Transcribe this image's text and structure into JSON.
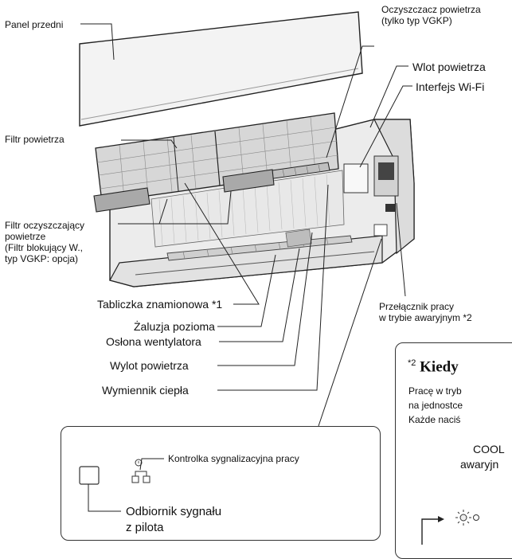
{
  "labels": {
    "panel_przedni": "Panel przedni",
    "oczyszczacz_line1": "Oczyszczacz powietrza",
    "oczyszczacz_line2": "(tylko typ VGKP)",
    "wlot": "Wlot powietrza",
    "wifi": "Interfejs Wi-Fi",
    "filtr": "Filtr powietrza",
    "filtr_oczysz_line1": "Filtr oczyszczający",
    "filtr_oczysz_line2": "powietrze",
    "filtr_oczysz_line3": "(Filtr blokujący W.,",
    "filtr_oczysz_line4": "typ VGKP: opcja)",
    "tabliczka": "Tabliczka znamionowa *1",
    "zaluzja": "Żaluzja pozioma",
    "oslona": "Osłona wentylatora",
    "wylot": "Wylot powietrza",
    "wymiennik": "Wymiennik ciepła",
    "przelacznik_line1": "Przełącznik pracy",
    "przelacznik_line2": "w trybie awaryjnym *2"
  },
  "inset": {
    "kontrolka": "Kontrolka sygnalizacyjna pracy",
    "odbiornik_line1": "Odbiornik sygnału",
    "odbiornik_line2": "z pilota"
  },
  "note": {
    "mark": "*2",
    "title": "Kiedy",
    "line1": "Pracę w tryb",
    "line2": "na jednostce",
    "line3": "Każde naciś",
    "line4": "COOL",
    "line5": "awaryjn"
  },
  "colors": {
    "line": "#222222",
    "panel_fill": "#f2f2f2",
    "unit_fill": "#e6e6e6",
    "filter_fill": "#d8d8d8"
  }
}
